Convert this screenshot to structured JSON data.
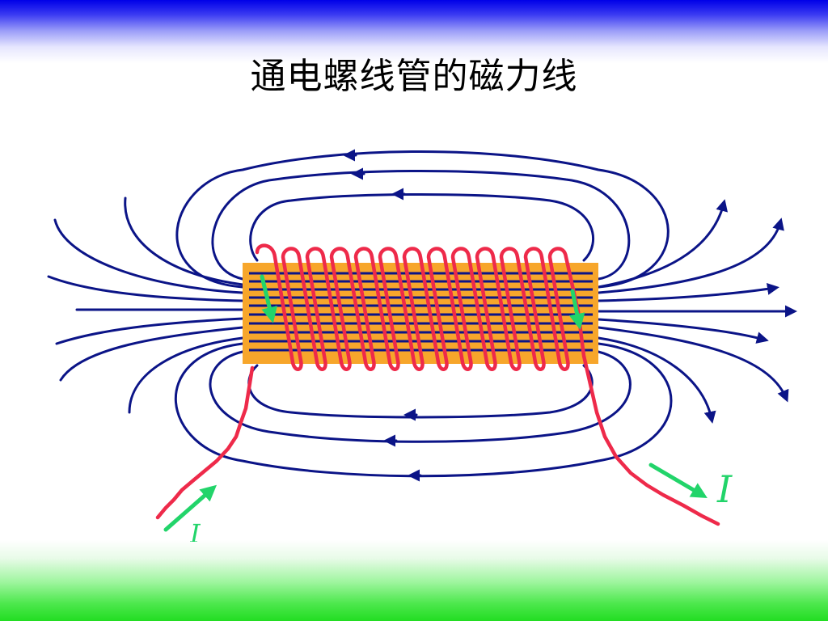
{
  "slide": {
    "title": "通电螺线管的磁力线",
    "current_label_right": "I",
    "current_label_left": "I"
  },
  "colors": {
    "field_lines": "#0b1487",
    "core": "#f7a62b",
    "wire": "#ee2a4a",
    "current_arrow": "#22d46a"
  },
  "icons": {
    "field_direction": "arrowhead",
    "current_direction": "green-arrow"
  }
}
